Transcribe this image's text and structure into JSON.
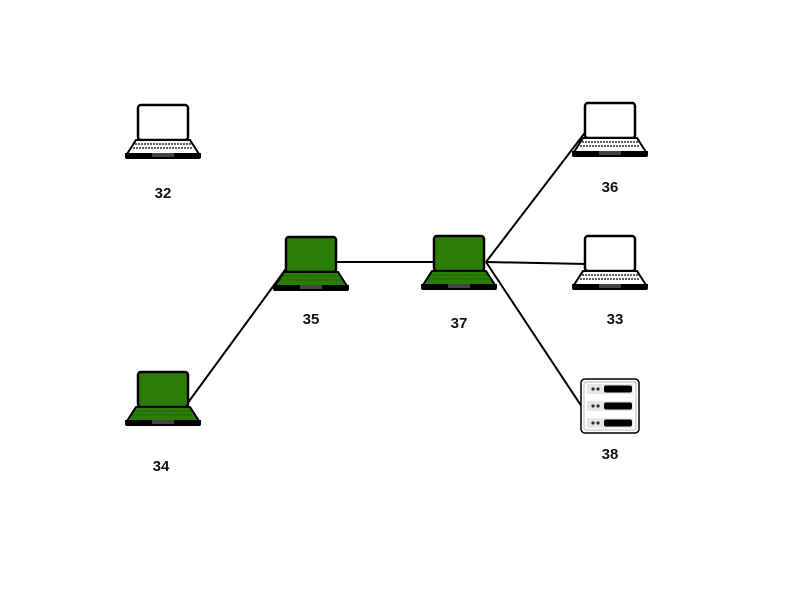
{
  "colors": {
    "active": "#2a7d06",
    "inactive": "#ffffff",
    "outline": "#000000",
    "edge": "#000000"
  },
  "nodes": [
    {
      "id": "32",
      "label": "32",
      "kind": "laptop",
      "active": false
    },
    {
      "id": "36",
      "label": "36",
      "kind": "laptop",
      "active": false
    },
    {
      "id": "35",
      "label": "35",
      "kind": "laptop",
      "active": true
    },
    {
      "id": "37",
      "label": "37",
      "kind": "laptop",
      "active": true
    },
    {
      "id": "33",
      "label": "33",
      "kind": "laptop",
      "active": false
    },
    {
      "id": "34",
      "label": "34",
      "kind": "laptop",
      "active": true
    },
    {
      "id": "38",
      "label": "38",
      "kind": "server",
      "active": false
    }
  ],
  "edges": [
    {
      "from": "34",
      "to": "35"
    },
    {
      "from": "35",
      "to": "37"
    },
    {
      "from": "37",
      "to": "36"
    },
    {
      "from": "37",
      "to": "33"
    },
    {
      "from": "37",
      "to": "38"
    }
  ]
}
